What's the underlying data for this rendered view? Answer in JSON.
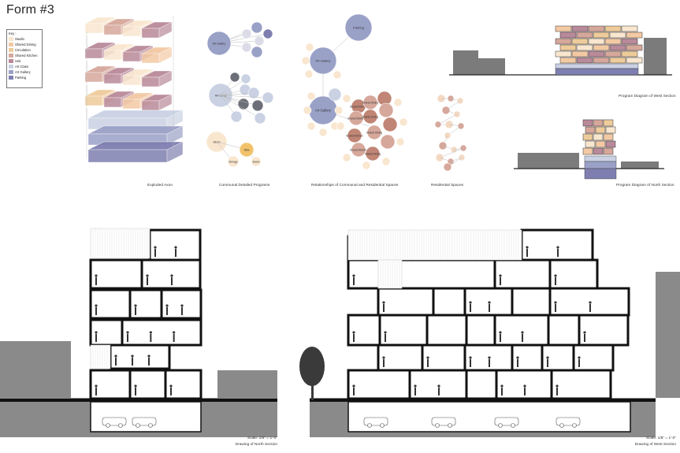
{
  "title": "Form #3",
  "key": {
    "heading": "Key :",
    "items": [
      {
        "label": "Studio",
        "color": "#f9e6cf"
      },
      {
        "label": "Shared Dining",
        "color": "#f3c9a4"
      },
      {
        "label": "Circulation",
        "color": "#eecb9b"
      },
      {
        "label": "Shared Kitchen",
        "color": "#d6a79b"
      },
      {
        "label": "Unit",
        "color": "#b98a9a"
      },
      {
        "label": "Art Class",
        "color": "#c9d1e3"
      },
      {
        "label": "Art Gallery",
        "color": "#9aa1c7"
      },
      {
        "label": "Parking",
        "color": "#7e7fb0"
      }
    ]
  },
  "captions": {
    "exploded": "Exploded Axon",
    "communal": "Communal Detailed Programs",
    "relationships": "Relationships of Communal and Residential Spaces",
    "residential": "Residential Spaces",
    "west_program": "Program Diagram of West Section",
    "north_program": "Program Diagram of North Section"
  },
  "bubbles": {
    "art_gallery": "Art Gallery",
    "art_class": "Art Class",
    "studio": "Studio",
    "table": "Table",
    "parking": "Parking",
    "shared_kitchen": "Shared Kitchen",
    "shared_dining": "Shared Dining",
    "storage": "Storage",
    "books": "Books"
  },
  "drawings": {
    "north_scale": "Scale: 1/8\" = 1'-0\"",
    "north_label": "Drawing of North Section",
    "west_scale": "Scale: 1/8\" = 1'-0\"",
    "west_label": "Drawing of West Section"
  }
}
